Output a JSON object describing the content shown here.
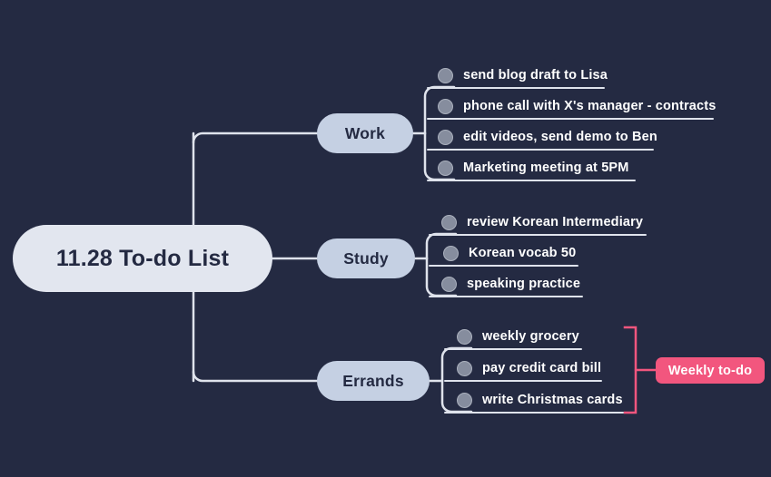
{
  "theme": {
    "background": "#242a42",
    "root_fill": "#e2e6ef",
    "branch_fill": "#c5d0e3",
    "node_text": "#242a42",
    "leaf_text": "#ffffff",
    "connector": "#dfe3ec",
    "bullet": "#868d9e",
    "accent_pink": "#f2567e"
  },
  "root": {
    "label": "11.28 To-do List"
  },
  "branches": [
    {
      "label": "Work",
      "items": [
        {
          "text": "send blog draft to Lisa"
        },
        {
          "text": "phone call with X's manager - contracts"
        },
        {
          "text": "edit videos, send demo to Ben"
        },
        {
          "text": "Marketing meeting at 5PM"
        }
      ]
    },
    {
      "label": "Study",
      "items": [
        {
          "text": "review Korean Intermediary"
        },
        {
          "text": "Korean vocab 50"
        },
        {
          "text": "speaking practice"
        }
      ]
    },
    {
      "label": "Errands",
      "items": [
        {
          "text": "weekly grocery"
        },
        {
          "text": "pay credit card bill"
        },
        {
          "text": "write Christmas cards"
        }
      ]
    }
  ],
  "annotation": {
    "label": "Weekly to-do"
  }
}
